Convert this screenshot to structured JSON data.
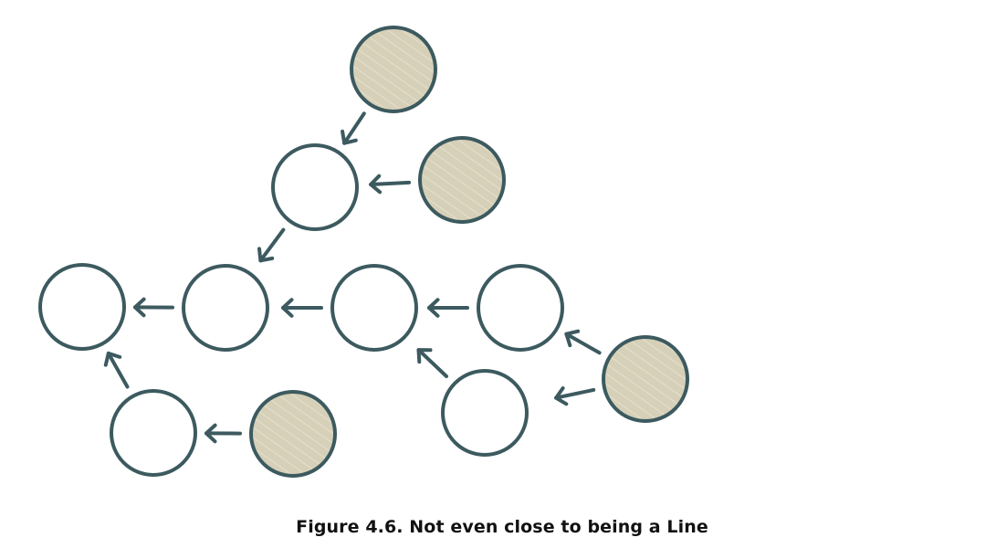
{
  "figure": {
    "caption": "Figure 4.6. Not even close to being a Line"
  },
  "colors": {
    "stroke": "#3c5a5f",
    "filled_node": "#d6d0b8",
    "hatch": "#f1ede1",
    "empty_node": "#ffffff"
  },
  "nodes": [
    {
      "id": "n1",
      "filled": true
    },
    {
      "id": "n2",
      "filled": false
    },
    {
      "id": "n3",
      "filled": true
    },
    {
      "id": "n4",
      "filled": false
    },
    {
      "id": "n5",
      "filled": false
    },
    {
      "id": "n6",
      "filled": false
    },
    {
      "id": "n7",
      "filled": false
    },
    {
      "id": "n8",
      "filled": false
    },
    {
      "id": "n9",
      "filled": true
    },
    {
      "id": "n10",
      "filled": false
    },
    {
      "id": "n11",
      "filled": false
    },
    {
      "id": "n12",
      "filled": true
    }
  ],
  "edges": [
    {
      "from": "n1",
      "to": "n2"
    },
    {
      "from": "n3",
      "to": "n2"
    },
    {
      "from": "n2",
      "to": "n5"
    },
    {
      "from": "n5",
      "to": "n4"
    },
    {
      "from": "n6",
      "to": "n5"
    },
    {
      "from": "n7",
      "to": "n6"
    },
    {
      "from": "n9",
      "to": "n7"
    },
    {
      "from": "n9",
      "to": "n10"
    },
    {
      "from": "n10",
      "to": "n6"
    },
    {
      "from": "n11",
      "to": "n4"
    },
    {
      "from": "n12",
      "to": "n11"
    }
  ]
}
